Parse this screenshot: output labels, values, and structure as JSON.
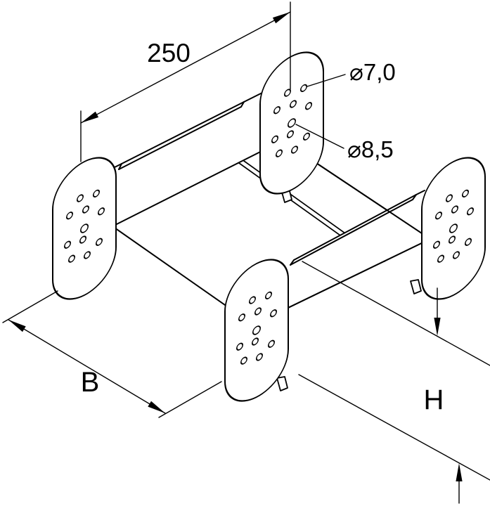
{
  "figure": {
    "background_color": "#ffffff",
    "line_color": "#000000",
    "labels": {
      "length_mm": "250",
      "hole_small": "⌀7,0",
      "hole_large": "⌀8,5",
      "width": "B",
      "height": "H"
    }
  }
}
